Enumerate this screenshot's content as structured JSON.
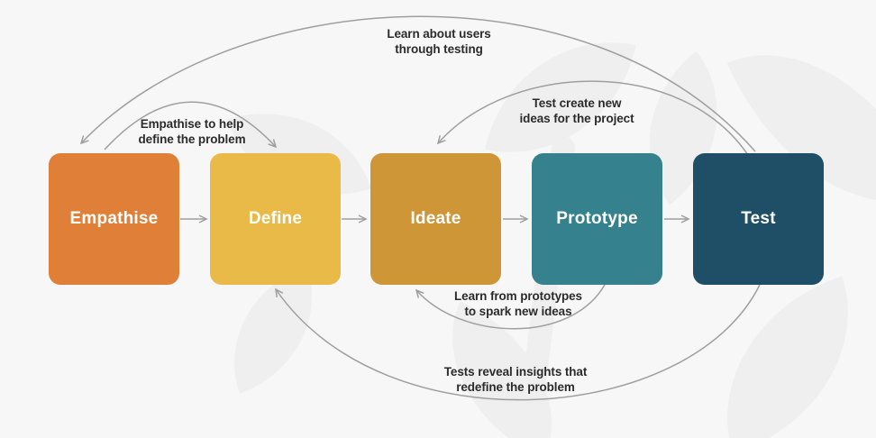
{
  "diagram": {
    "type": "design-thinking-process-flowchart",
    "palette": {
      "bg": "#f7f7f7",
      "leaf": "#f0efef",
      "arrow": "#9f9f9f",
      "label_text": "#2b2b2b",
      "stage_text": "#ffffff"
    },
    "stages": [
      {
        "label": "Empathise",
        "color": "#e08038"
      },
      {
        "label": "Define",
        "color": "#e9ba47"
      },
      {
        "label": "Ideate",
        "color": "#cf9638"
      },
      {
        "label": "Prototype",
        "color": "#35818d"
      },
      {
        "label": "Test",
        "color": "#1e4f66"
      }
    ],
    "sequence": [
      "Empathise → Define",
      "Define → Ideate",
      "Ideate → Prototype",
      "Prototype → Test"
    ],
    "feedback_loops": [
      {
        "from": "Test",
        "to": "Empathise",
        "position": "top",
        "text": "Learn about users\nthrough testing"
      },
      {
        "from": "Empathise",
        "to": "Define",
        "position": "top",
        "text": "Empathise to help\ndefine the problem"
      },
      {
        "from": "Test",
        "to": "Ideate",
        "position": "top",
        "text": "Test create new\nideas for the project"
      },
      {
        "from": "Prototype",
        "to": "Ideate",
        "position": "bottom",
        "text": "Learn from prototypes\nto spark new ideas"
      },
      {
        "from": "Test",
        "to": "Define",
        "position": "bottom",
        "text": "Tests reveal insights that\nredefine the problem"
      }
    ]
  }
}
